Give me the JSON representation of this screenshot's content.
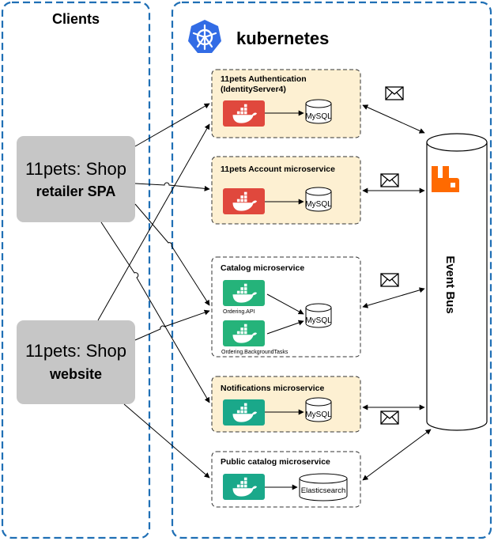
{
  "clients": {
    "title": "Clients",
    "spa": {
      "line1": "11pets: Shop",
      "line2": "retailer SPA"
    },
    "website": {
      "line1": "11pets: Shop",
      "line2": "website"
    }
  },
  "kubernetes": {
    "title": "kubernetes"
  },
  "services": {
    "auth": {
      "line1": "11pets Authentication",
      "line2": "(IdentityServer4)",
      "db": "MySQL"
    },
    "account": {
      "title": "11pets Account microservice",
      "db": "MySQL"
    },
    "catalog": {
      "title": "Catalog microservice",
      "api": "Ordering.API",
      "tasks": "Ordering.BackgroundTasks",
      "db": "MySQL"
    },
    "notifications": {
      "title": "Notifications microservice",
      "db": "MySQL"
    },
    "public_catalog": {
      "title": "Public catalog microservice",
      "db": "Elasticsearch"
    }
  },
  "event_bus": {
    "label": "Event Bus"
  },
  "colors": {
    "frame": "#1f6fb5",
    "docker_red": "#e0483d",
    "docker_green": "#25b37a",
    "docker_teal": "#1aa88a",
    "service_fill": "#fdf0d2",
    "client_fill": "#c6c6c6",
    "rabbit": "#ff6a00",
    "k8s": "#326ce5"
  }
}
